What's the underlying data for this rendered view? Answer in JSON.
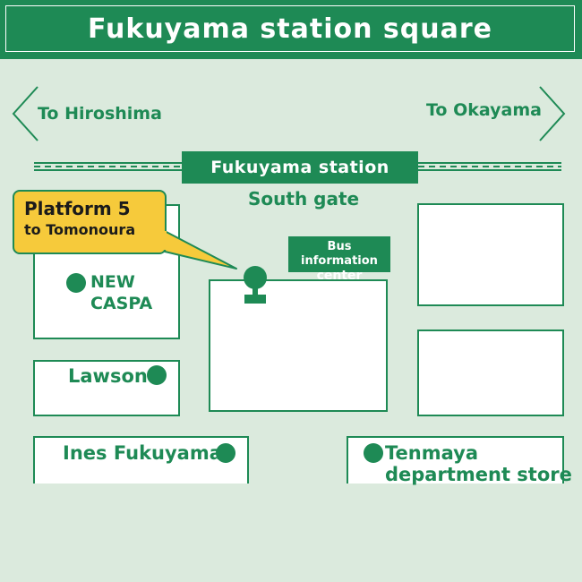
{
  "title": "Fukuyama station square",
  "directions": {
    "left": "To Hiroshima",
    "right": "To Okayama"
  },
  "station": {
    "name": "Fukuyama station",
    "gate": "South gate"
  },
  "callout": {
    "line1": "Platform 5",
    "line2": "to Tomonoura"
  },
  "bus_info": {
    "line1": "Bus information",
    "line2": "center"
  },
  "places": {
    "new_caspa_line1": "NEW",
    "new_caspa_line2": "CASPA",
    "lawson": "Lawson",
    "ines": "Ines Fukuyama",
    "tenmaya_line1": "Tenmaya",
    "tenmaya_line2": "department store"
  },
  "colors": {
    "background": "#dbeadd",
    "green": "#1e8a55",
    "callout_yellow": "#f6ca3b"
  },
  "icons": {
    "bus_stop": "bus-stop-icon",
    "left": "chevron-left-icon",
    "right": "chevron-right-icon"
  }
}
